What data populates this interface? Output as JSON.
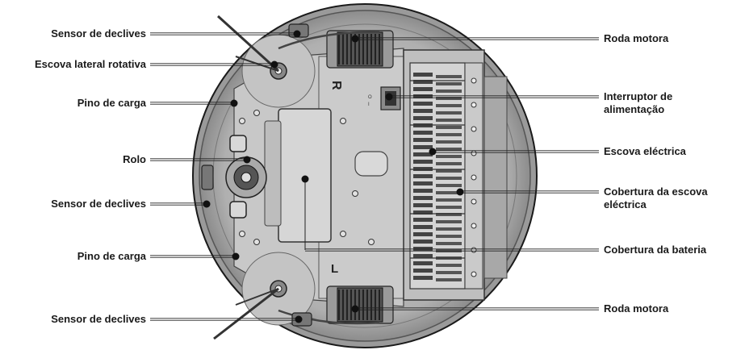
{
  "diagram": {
    "left_labels": [
      {
        "id": "sensor-top",
        "text": "Sensor de declives"
      },
      {
        "id": "side-brush",
        "text": "Escova lateral rotativa"
      },
      {
        "id": "charge-pin-top",
        "text": "Pino de carga"
      },
      {
        "id": "roller",
        "text": "Rolo"
      },
      {
        "id": "sensor-mid",
        "text": "Sensor de declives"
      },
      {
        "id": "charge-pin-bottom",
        "text": "Pino de carga"
      },
      {
        "id": "sensor-bottom",
        "text": "Sensor de declives"
      }
    ],
    "right_labels": [
      {
        "id": "drive-wheel-top",
        "line1": "Roda motora",
        "line2": ""
      },
      {
        "id": "power-switch",
        "line1": "Interruptor de",
        "line2": "alimentação"
      },
      {
        "id": "power-brush",
        "line1": "Escova eléctrica",
        "line2": ""
      },
      {
        "id": "power-brush-cover",
        "line1": "Cobertura da escova",
        "line2": "eléctrica"
      },
      {
        "id": "battery-cover",
        "line1": "Cobertura da bateria",
        "line2": ""
      },
      {
        "id": "drive-wheel-bottom",
        "line1": "Roda motora",
        "line2": ""
      }
    ],
    "markings": {
      "right_wheel_mark": "R",
      "left_wheel_mark_1": "L",
      "left_wheel_mark_2": "L"
    },
    "colors": {
      "outline": "#1a1a1a",
      "body": "#b5b5b5",
      "body_light": "#d2d2d2",
      "rim": "#8a8a8a",
      "dark": "#333333"
    }
  }
}
